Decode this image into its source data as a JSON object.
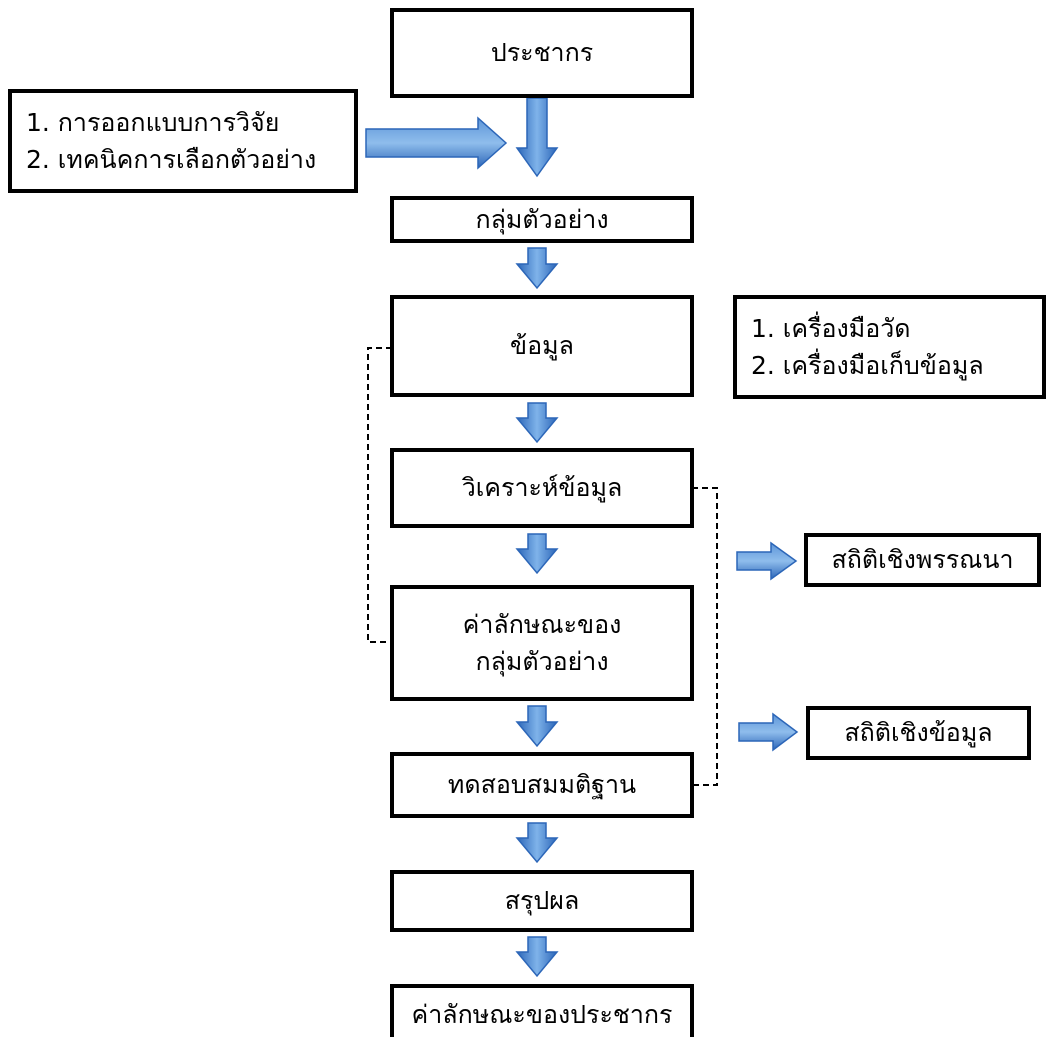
{
  "flow_boxes": {
    "population": "ประชากร",
    "sample_group": "กลุ่มตัวอย่าง",
    "data": "ข้อมูล",
    "analysis": "วิเคราะห์ข้อมูล",
    "sample_characteristics_line1": "ค่าลักษณะของ",
    "sample_characteristics_line2": "กลุ่มตัวอย่าง",
    "hypothesis_testing": "ทดสอบสมมติฐาน",
    "conclusion": "สรุปผล",
    "population_characteristics": "ค่าลักษณะของประชากร"
  },
  "side_boxes": {
    "research_design_item1": "1. การออกแบบการวิจัย",
    "research_design_item2": "2. เทคนิคการเลือกตัวอย่าง",
    "instruments_item1": "1. เครื่องมือวัด",
    "instruments_item2": "2. เครื่องมือเก็บข้อมูล",
    "descriptive_stats": "สถิติเชิงพรรณนา",
    "inferential_stats": "สถิติเชิงข้อมูล"
  },
  "colors": {
    "arrow_light": "#6fa8e6",
    "arrow_dark": "#2c66b8",
    "border": "#000000"
  }
}
